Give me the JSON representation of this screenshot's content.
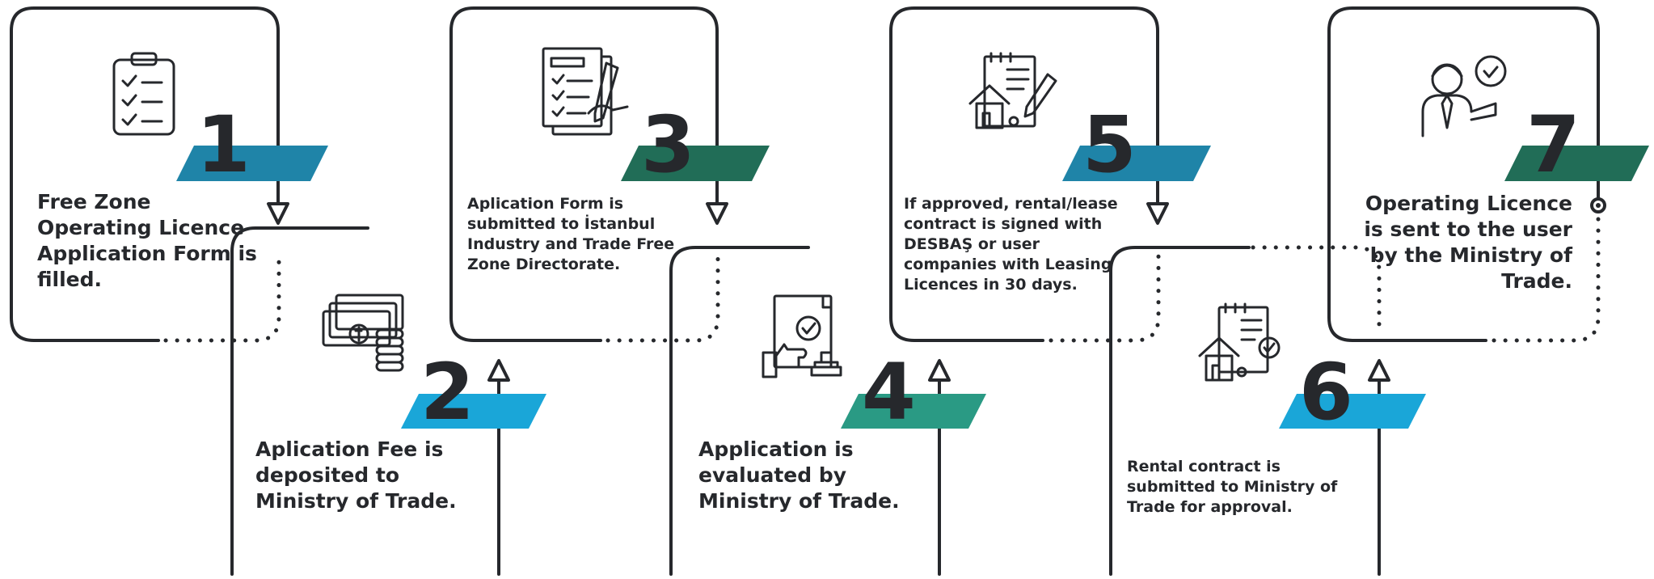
{
  "steps": [
    {
      "number": "1",
      "text": "Free Zone Operating Licence Application Form is filled.",
      "color": "#1f84a8",
      "icon": "clipboard-checklist-icon"
    },
    {
      "number": "2",
      "text": "Aplication Fee is deposited to Ministry of Trade.",
      "color": "#1aa6d8",
      "icon": "cash-coins-icon"
    },
    {
      "number": "3",
      "text": "Aplication Form is submitted to İstanbul Industry and Trade Free Zone Directorate.",
      "color": "#216d57",
      "icon": "signing-form-icon"
    },
    {
      "number": "4",
      "text": "Application is evaluated by Ministry of Trade.",
      "color": "#2a9a84",
      "icon": "approved-document-stamp-icon"
    },
    {
      "number": "5",
      "text": "If approved, rental/lease contract is signed with DESBAŞ or user companies with Leasing Licences in 30 days.",
      "color": "#1f84a8",
      "icon": "house-contract-signing-icon"
    },
    {
      "number": "6",
      "text": "Rental contract is submitted to Ministry of Trade for approval.",
      "color": "#1aa6d8",
      "icon": "house-contract-approved-icon"
    },
    {
      "number": "7",
      "text": "Operating Licence is sent to the user by the Ministry of Trade.",
      "color": "#216d57",
      "icon": "person-approved-icon"
    }
  ],
  "colors": {
    "line": "#26282c",
    "background": "#ffffff"
  }
}
